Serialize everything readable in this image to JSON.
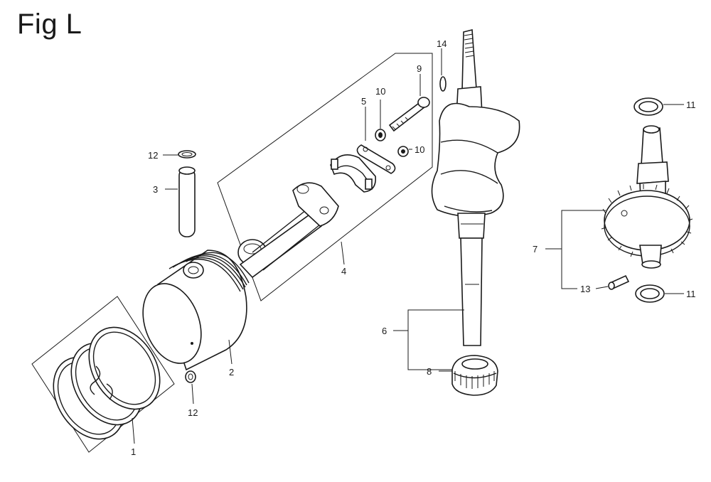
{
  "title": "Fig L",
  "callouts": {
    "p1": "1",
    "p2": "2",
    "p3": "3",
    "p4": "4",
    "p5": "5",
    "p6": "6",
    "p7": "7",
    "p8": "8",
    "p9": "9",
    "p10a": "10",
    "p10b": "10",
    "p11a": "11",
    "p11b": "11",
    "p12a": "12",
    "p12b": "12",
    "p13": "13",
    "p14": "14"
  }
}
